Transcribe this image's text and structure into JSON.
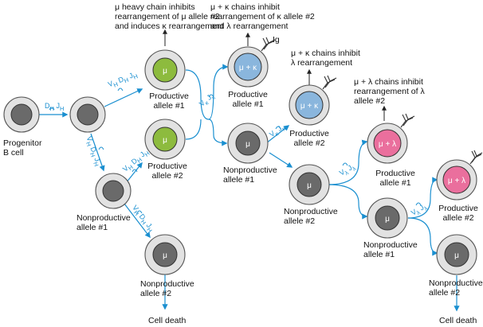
{
  "colors": {
    "arrow": "#1a8fd0",
    "cell_fill": "#e2e2e2",
    "cell_edge": "#555555",
    "nucleus_dark": "#6a6a6a",
    "mu_fill": "#8dbb3e",
    "kappa_fill": "#8ab6dd",
    "lambda_fill": "#ea6f9d"
  },
  "cells": {
    "progenitor": "Progenitor\nB cell",
    "d_productive1": "Productive\nallele #1",
    "d_productive2": "Productive\nallele #2",
    "d_nonproductive1": "Nonproductive\nallele #1",
    "d_nonproductive2": "Nonproductive\nallele #2",
    "k_productive1": "Productive\nallele #1",
    "k_nonproductive1": "Nonproductive\nallele #1",
    "k_productive2": "Productive\nallele #2",
    "k_nonproductive2": "Nonproductive\nallele #2",
    "l_productive1": "Productive\nallele #1",
    "l_nonproductive1": "Nonproductive\nallele #1",
    "l_productive2": "Productive\nallele #2",
    "l_nonproductive2": "Nonproductive\nallele #2"
  },
  "nucleus_labels": {
    "mu": "μ",
    "mu_kappa": "μ + κ",
    "mu_lambda": "μ + λ"
  },
  "notes": {
    "mu_heavy": "μ heavy chain inhibits\nrearrangement of μ allele #2\nand induces κ rearrangement",
    "mu_kappa": "μ + κ chains inhibit\nrearrangement of κ allele #2\nand λ rearrangement",
    "ig": "Ig",
    "mu_kappa_lambda": "μ + κ chains inhibit\nλ rearrangement",
    "mu_lambda": "μ + λ chains inhibit\nrearrangement of λ\nallele #2"
  },
  "outcomes": {
    "cell_death_heavy": "Cell death",
    "cell_death_light": "Cell death"
  },
  "segments": {
    "dh": "D",
    "dh_sub": "H",
    "jh": "J",
    "jh_sub": "H",
    "vh": "V",
    "vh_sub": "H",
    "vk": "V",
    "vk_sub": "κ",
    "jk": "J",
    "jk_sub": "κ",
    "vl": "V",
    "vl_sub": "λ",
    "jl": "J",
    "jl_sub": "λ"
  }
}
